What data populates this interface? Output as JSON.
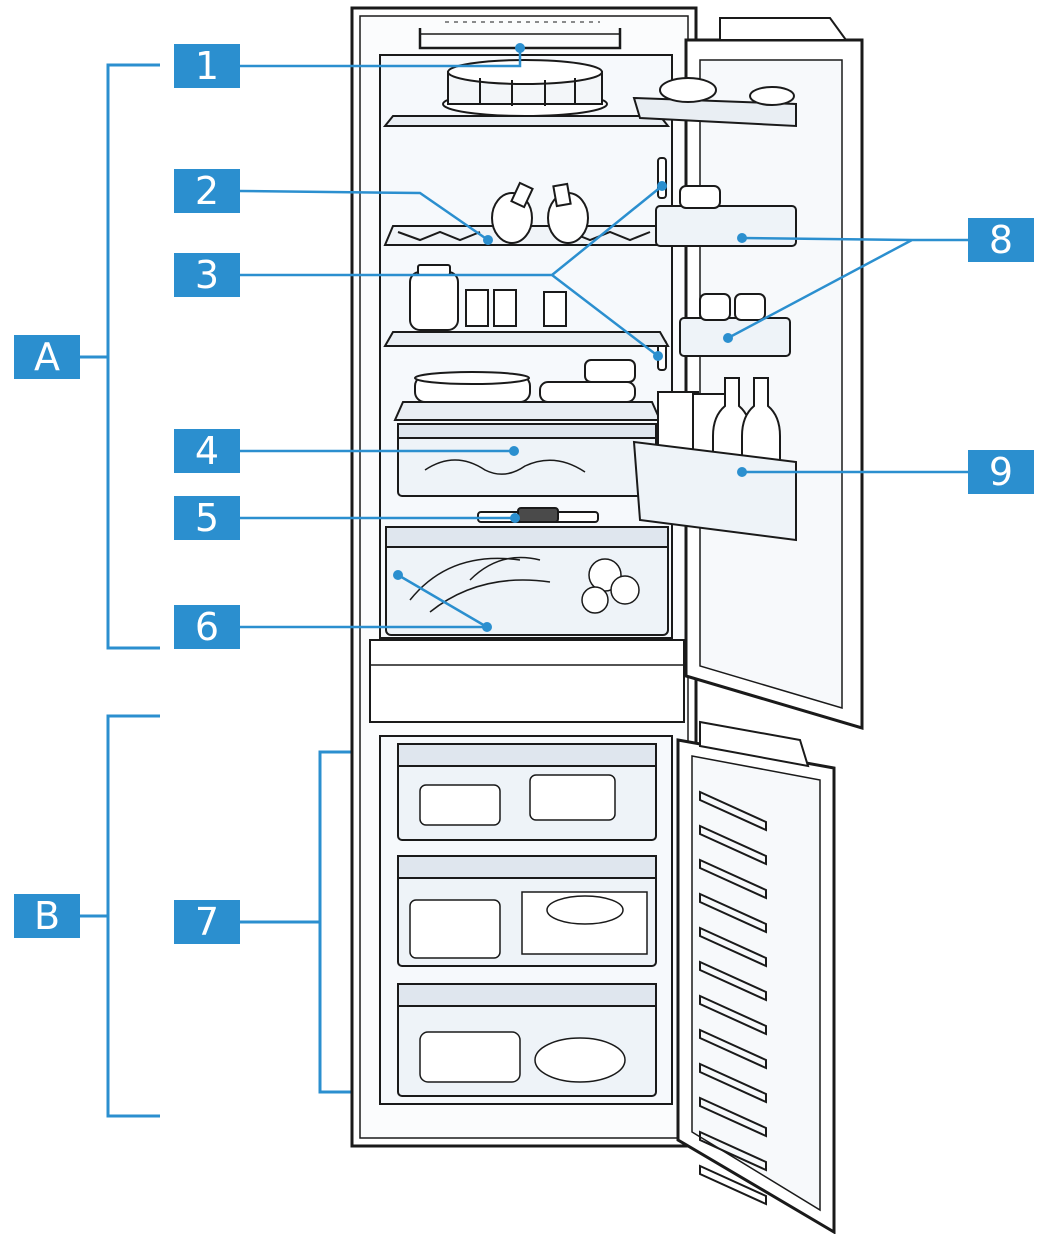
{
  "colors": {
    "accent": "#2b8fcf",
    "outline": "#1a1a1a",
    "interior": "#f6f9fc",
    "shelf": "#e9eef3",
    "frost": "#eef3f8",
    "leader": "#2b8fcf"
  },
  "zones": [
    {
      "id": "A",
      "label": "A"
    },
    {
      "id": "B",
      "label": "B"
    }
  ],
  "callouts": [
    {
      "id": "1",
      "label": "1"
    },
    {
      "id": "2",
      "label": "2"
    },
    {
      "id": "3",
      "label": "3"
    },
    {
      "id": "4",
      "label": "4"
    },
    {
      "id": "5",
      "label": "5"
    },
    {
      "id": "6",
      "label": "6"
    },
    {
      "id": "7",
      "label": "7"
    },
    {
      "id": "8",
      "label": "8"
    },
    {
      "id": "9",
      "label": "9"
    }
  ]
}
